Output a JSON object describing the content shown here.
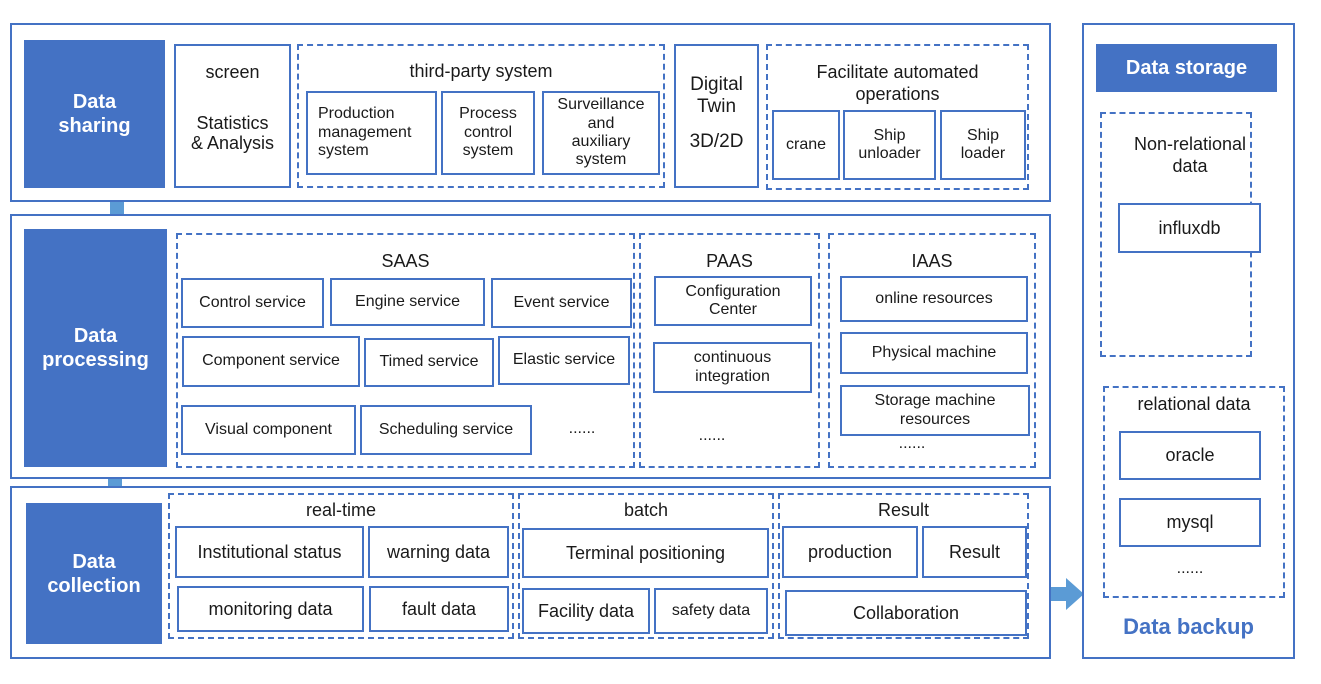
{
  "colors": {
    "accent": "#4472c4",
    "arrow": "#5b9bd5"
  },
  "layers": {
    "sharing": {
      "label": "Data\nsharing",
      "screen": "screen",
      "stats": "Statistics\n& Analysis",
      "third_party": {
        "title": "third-party system",
        "items": [
          "Production\nmanagement\nsystem",
          "Process\ncontrol\nsystem",
          "Surveillance\nand\nauxiliary\nsystem"
        ]
      },
      "twin": {
        "title": "Digital\nTwin",
        "sub": "3D/2D"
      },
      "automation": {
        "title": "Facilitate automated\noperations",
        "items": [
          "crane",
          "Ship\nunloader",
          "Ship\nloader"
        ]
      }
    },
    "processing": {
      "label": "Data\nprocessing",
      "saas": {
        "title": "SAAS",
        "items": [
          "Control service",
          "Engine service",
          "Event service",
          "Component service",
          "Timed service",
          "Elastic service",
          "Visual component",
          "Scheduling service"
        ],
        "more": "......"
      },
      "paas": {
        "title": "PAAS",
        "items": [
          "Configuration\nCenter",
          "continuous\nintegration"
        ],
        "more": "......"
      },
      "iaas": {
        "title": "IAAS",
        "items": [
          "online resources",
          "Physical machine",
          "Storage machine\nresources"
        ],
        "more": "......"
      }
    },
    "collection": {
      "label": "Data\ncollection",
      "realtime": {
        "title": "real-time",
        "items": [
          "Institutional status",
          "warning data",
          "monitoring data",
          "fault data"
        ]
      },
      "batch": {
        "title": "batch",
        "items": [
          "Terminal positioning",
          "Facility data",
          "safety data"
        ]
      },
      "result": {
        "title": "Result",
        "items": [
          "production",
          "Result",
          "Collaboration"
        ]
      }
    }
  },
  "storage": {
    "title": "Data storage",
    "nonrelational": {
      "title": "Non-relational\ndata",
      "items": [
        "influxdb"
      ]
    },
    "relational": {
      "title": "relational data",
      "items": [
        "oracle",
        "mysql"
      ],
      "more": "......"
    },
    "backup": "Data backup"
  }
}
